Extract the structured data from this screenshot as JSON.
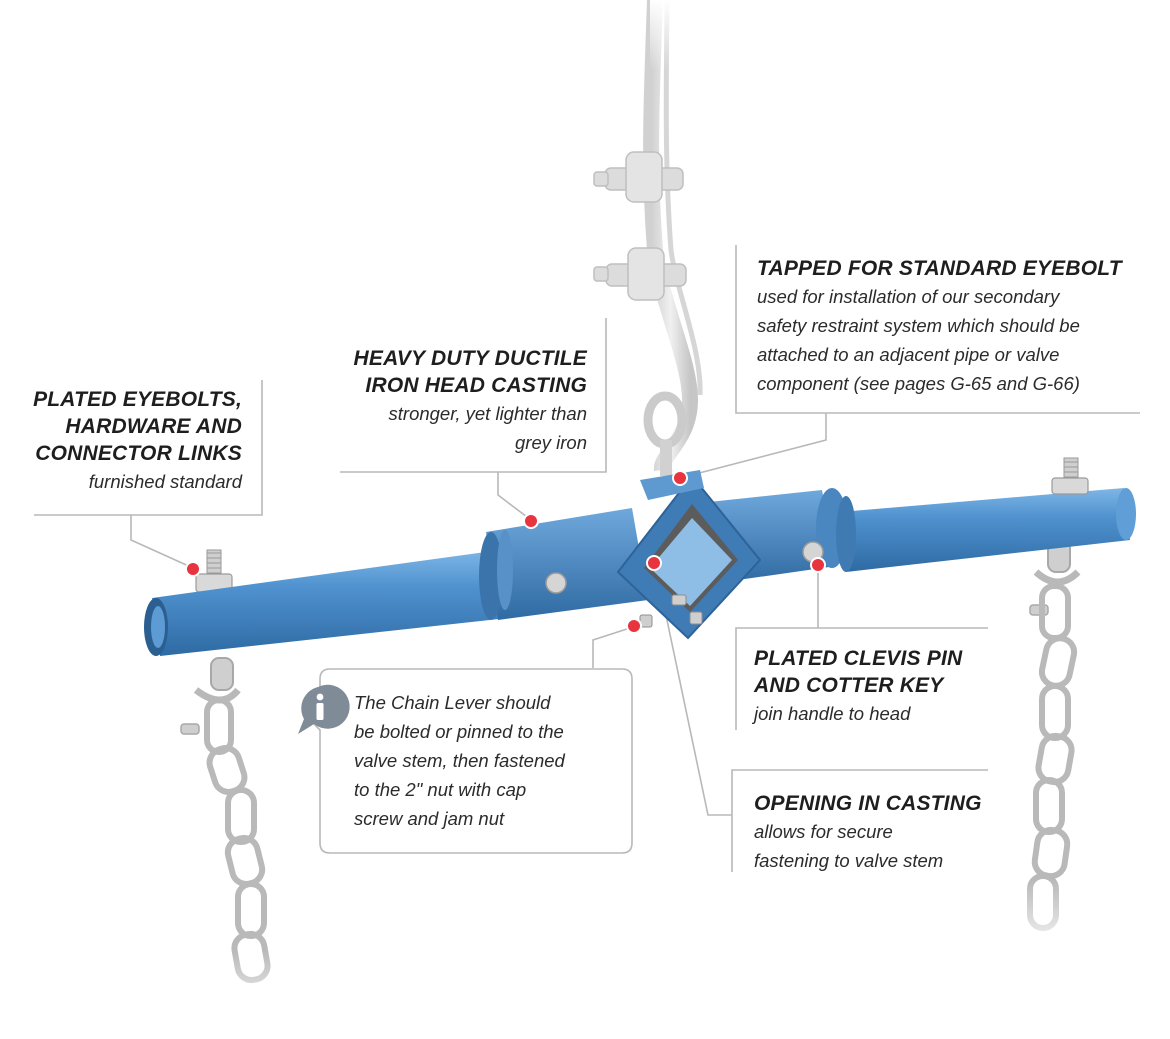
{
  "callouts": {
    "eyebolts": {
      "title_lines": [
        "PLATED EYEBOLTS,",
        "HARDWARE AND",
        "CONNECTOR LINKS"
      ],
      "desc_lines": [
        "furnished standard"
      ]
    },
    "casting": {
      "title_lines": [
        "HEAVY DUTY DUCTILE",
        "IRON HEAD CASTING"
      ],
      "desc_lines": [
        "stronger, yet lighter than",
        "grey iron"
      ]
    },
    "tapped": {
      "title_lines": [
        "TAPPED FOR STANDARD EYEBOLT"
      ],
      "desc_lines": [
        "used for installation of our secondary",
        "safety restraint system which should be",
        "attached to an adjacent pipe or valve",
        "component (see pages G-65 and G-66)"
      ]
    },
    "clevis": {
      "title_lines": [
        "PLATED CLEVIS PIN",
        "AND COTTER KEY"
      ],
      "desc_lines": [
        "join handle to head"
      ]
    },
    "opening": {
      "title_lines": [
        "OPENING IN CASTING"
      ],
      "desc_lines": [
        "allows for secure",
        "fastening to valve stem"
      ]
    }
  },
  "note": {
    "icon": "info-icon",
    "lines": [
      "The Chain Lever should",
      "be bolted or pinned to the",
      "valve stem, then fastened",
      "to the 2\" nut with cap",
      "screw and jam nut"
    ]
  },
  "colors": {
    "lever_blue": "#4a8ac4",
    "marker_red": "#e8343f",
    "leader_gray": "#b5b5b5",
    "icon_gray": "#7f8c98"
  }
}
